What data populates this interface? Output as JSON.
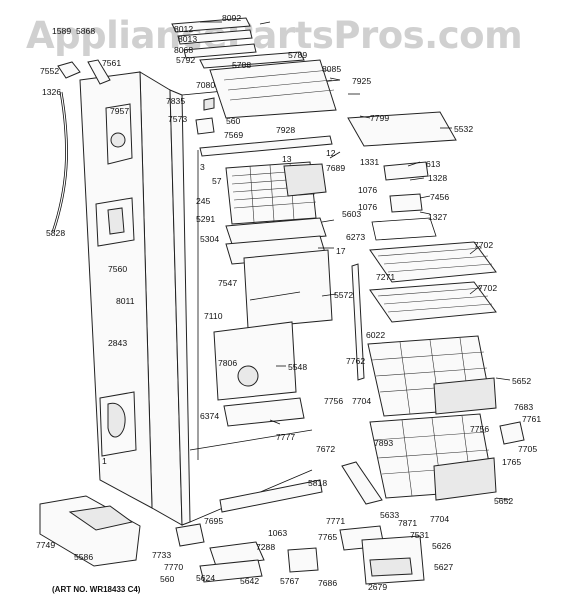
{
  "watermark": "AppliancePartsPros.com",
  "art_number": "(ART NO. WR18433 C4)",
  "labels": {
    "l8092": "8092",
    "l8012": "8012",
    "l8013": "8013",
    "l8068": "8068",
    "l5792": "5792",
    "l5788": "5788",
    "l5789": "5789",
    "l8085": "8085",
    "l7925": "7925",
    "l7080": "7080",
    "l7835": "7835",
    "l7573": "7573",
    "l560a": "560",
    "l7569": "7569",
    "l7928": "7928",
    "l7799": "7799",
    "l5532": "5532",
    "l1331": "1331",
    "l613": "613",
    "l1328": "1328",
    "l12": "12",
    "l7689": "7689",
    "l13": "13",
    "l3": "3",
    "l57": "57",
    "l245": "245",
    "l5291": "5291",
    "l5603": "5603",
    "l1076a": "1076",
    "l7456": "7456",
    "l1076b": "1076",
    "l1327": "1327",
    "l5304": "5304",
    "l6273": "6273",
    "l17": "17",
    "l7702a": "7702",
    "l7271": "7271",
    "l7702b": "7702",
    "l7547": "7547",
    "l5572": "5572",
    "l7110": "7110",
    "l6022": "6022",
    "l7806": "7806",
    "l5548": "5548",
    "l7762": "7762",
    "l5652a": "5652",
    "l7756a": "7756",
    "l7704a": "7704",
    "l7683": "7683",
    "l7761": "7761",
    "l7756b": "7756",
    "l7705": "7705",
    "l1765": "1765",
    "l6374": "6374",
    "l7777": "7777",
    "l7893": "7893",
    "l7672": "7672",
    "l5818": "5818",
    "l7704b": "7704",
    "l5652b": "5652",
    "l7695": "7695",
    "l7771": "7771",
    "l5633": "5633",
    "l7871": "7871",
    "l7531": "7531",
    "l1063": "1063",
    "l7765": "7765",
    "l7733": "7733",
    "l7288": "7288",
    "l5626": "5626",
    "l7770": "7770",
    "l560b": "560",
    "l5624": "5624",
    "l5642": "5642",
    "l5767": "5767",
    "l7686": "7686",
    "l2679": "2679",
    "l5627": "5627",
    "l7749": "7749",
    "l5586": "5586",
    "l7552": "7552",
    "l7561": "7561",
    "l1326": "1326",
    "l1589": "1589",
    "l5868": "5868",
    "l7957": "7957",
    "l5828": "5828",
    "l7560": "7560",
    "l8011": "8011",
    "l2843": "2843",
    "l1": "1"
  },
  "colors": {
    "line": "#111111",
    "part_fill": "#fafafa",
    "shade": "#e9e9e9",
    "watermark": "#969696"
  }
}
